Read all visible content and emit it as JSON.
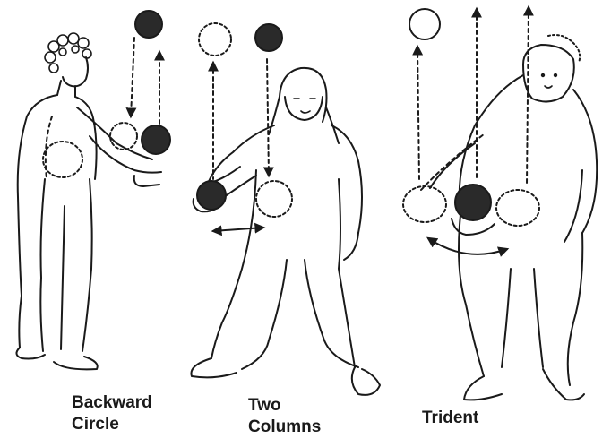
{
  "illustration": {
    "ink_color": "#1a1a1a",
    "background": "#ffffff",
    "panels": [
      {
        "id": "backward-circle",
        "caption_lines": [
          "Backward",
          "Circle"
        ]
      },
      {
        "id": "two-columns",
        "caption_lines": [
          "Two",
          "Columns"
        ]
      },
      {
        "id": "trident",
        "caption_lines": [
          "Trident"
        ]
      }
    ]
  }
}
